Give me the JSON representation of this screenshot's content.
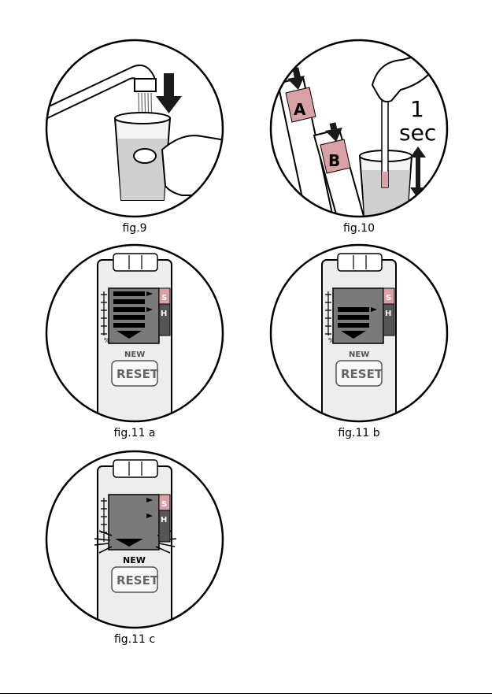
{
  "figures": {
    "fig9": {
      "caption": "fig.9"
    },
    "fig10": {
      "caption": "fig.10",
      "label_a": "A",
      "label_b": "B",
      "time_number": "1",
      "time_unit": "sec"
    },
    "fig11a": {
      "caption": "fig.11 a",
      "level": 5,
      "level_max": 5
    },
    "fig11b": {
      "caption": "fig.11 b",
      "level": 3,
      "level_max": 5
    },
    "fig11c": {
      "caption": "fig.11 c",
      "level": 0,
      "level_max": 5
    }
  },
  "device": {
    "soft_label": "S",
    "hard_label": "H",
    "percent_label": "%",
    "new_label": "NEW",
    "reset_label": "RESET"
  },
  "colors": {
    "display_dark": "#7a7a7a",
    "device_body": "#ededed",
    "label_pink": "#d9a0a5",
    "water_gray": "#c8c8c8"
  }
}
